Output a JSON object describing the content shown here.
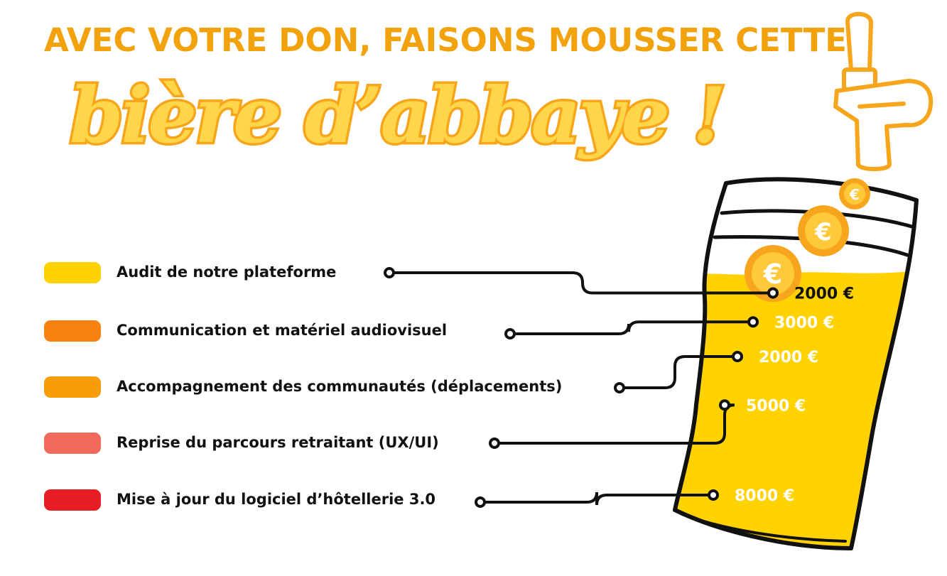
{
  "headline": "AVEC VOTRE DON, FAISONS MOUSSER CETTE",
  "subheadline": "bière d’abbaye !",
  "chart_data": {
    "type": "bar",
    "categories": [
      "Audit de notre plateforme",
      "Communication et matériel audiovisuel",
      "Accompagnement des communautés (déplacements)",
      "Reprise du parcours retraitant (UX/UI)",
      "Mise à jour du logiciel d’hôtellerie 3.0"
    ],
    "values": [
      2000,
      3000,
      2000,
      5000,
      8000
    ],
    "value_labels": [
      "2000 €",
      "3000 €",
      "2000 €",
      "5000 €",
      "8000 €"
    ],
    "colors": [
      "#ffd200",
      "#f7820f",
      "#f89d0a",
      "#f26a5c",
      "#e71d24"
    ],
    "unit": "€"
  },
  "icons": [
    "beer-tap-icon",
    "euro-coin-icon"
  ]
}
